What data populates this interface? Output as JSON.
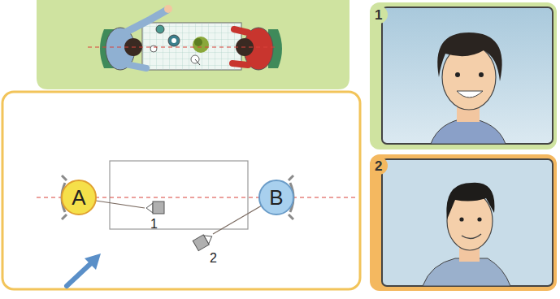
{
  "diagram": {
    "nodes": [
      {
        "text": [
          "A"
        ]
      },
      {
        "text": [
          "B"
        ]
      }
    ],
    "labels": [
      "1",
      "2",
      "1",
      "2"
    ]
  }
}
